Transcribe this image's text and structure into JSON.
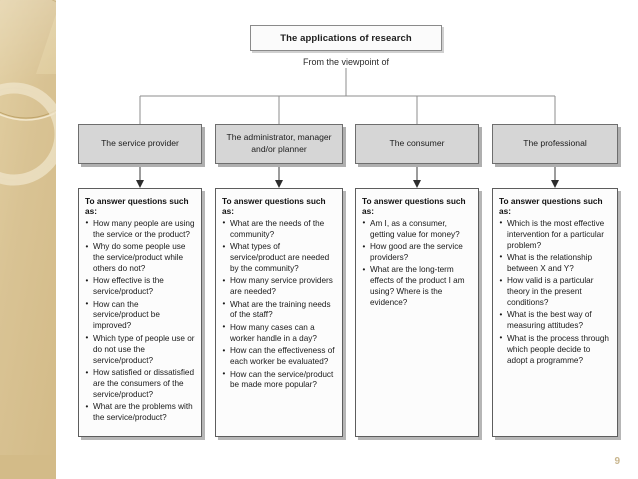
{
  "slide": {
    "page_number": "9",
    "accent_color": "#d3bb88",
    "header_box_color": "#d6d6d6",
    "page_number_color": "#c9b68e"
  },
  "chart_data": {
    "type": "diagram",
    "title": "The applications of research",
    "subtitle": "From the viewpoint of",
    "layout": "top-down tree, one root with four branches, each branch header box above a bulleted question list",
    "branches": [
      {
        "header": "The service provider",
        "list_title": "To answer questions such as:",
        "items": [
          "How many people are using the service or the product?",
          "Why do some people use the service/product while others do not?",
          "How effective is the service/product?",
          "How can the service/product be improved?",
          "Which type of people use or do not use the service/product?",
          "How satisfied or dissatisfied are the consumers of the service/product?",
          "What are the problems with the service/product?"
        ]
      },
      {
        "header": "The administrator, manager and/or planner",
        "list_title": "To answer questions such as:",
        "items": [
          "What are the needs of the community?",
          "What types of service/product are needed by the community?",
          "How many service providers are needed?",
          "What are the training needs of the staff?",
          "How many cases can a worker handle in a day?",
          "How can the effectiveness of each worker be evaluated?",
          "How can the service/product be made more popular?"
        ]
      },
      {
        "header": "The consumer",
        "list_title": "To answer questions such as:",
        "items": [
          "Am I, as a consumer, getting value for money?",
          "How good are the service providers?",
          "What are the long-term effects of the product I am using? Where is the evidence?"
        ]
      },
      {
        "header": "The professional",
        "list_title": "To answer questions such as:",
        "items": [
          "Which is the most effective intervention for a particular problem?",
          "What is the relationship between X and Y?",
          "How valid is a particular theory in the present conditions?",
          "What is the best way of measuring attitudes?",
          "What is the process through which people decide to adopt a programme?"
        ]
      }
    ]
  }
}
